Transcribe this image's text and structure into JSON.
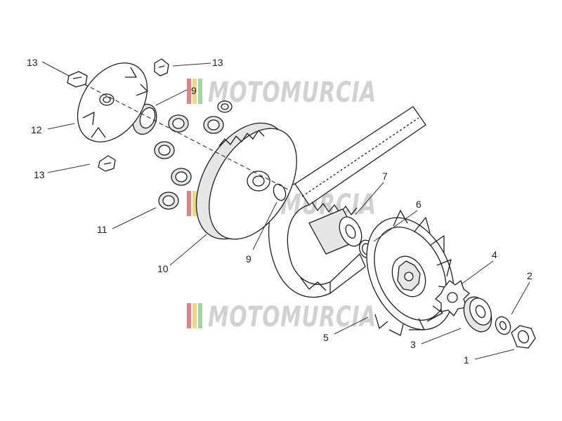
{
  "watermark": {
    "text": "MOTOMURCIA",
    "stripe_colors": [
      "#e36a6a",
      "#f2d26a",
      "#8fd18f"
    ],
    "text_color": "#c9c9c9"
  },
  "colors": {
    "line": "#1e1e1e",
    "leader": "#333333",
    "fill": "#ffffff",
    "shade": "#e6e6e6"
  },
  "callouts": [
    {
      "id": "1",
      "label": "1",
      "part": "nut"
    },
    {
      "id": "2",
      "label": "2",
      "part": "washer"
    },
    {
      "id": "3",
      "label": "3",
      "part": "clutch-hub"
    },
    {
      "id": "4",
      "label": "4",
      "part": "star-washer"
    },
    {
      "id": "5",
      "label": "5",
      "part": "drive-belt"
    },
    {
      "id": "6",
      "label": "6",
      "part": "o-ring"
    },
    {
      "id": "7",
      "label": "7",
      "part": "bushing"
    },
    {
      "id": "9",
      "label": "9",
      "part": "spacer"
    },
    {
      "id": "9b",
      "label": "9",
      "part": "spacer"
    },
    {
      "id": "10",
      "label": "10",
      "part": "variator-pulley"
    },
    {
      "id": "11",
      "label": "11",
      "part": "roller"
    },
    {
      "id": "12",
      "label": "12",
      "part": "ramp-plate"
    },
    {
      "id": "13a",
      "label": "13",
      "part": "slider"
    },
    {
      "id": "13b",
      "label": "13",
      "part": "slider"
    },
    {
      "id": "13c",
      "label": "13",
      "part": "slider"
    }
  ]
}
